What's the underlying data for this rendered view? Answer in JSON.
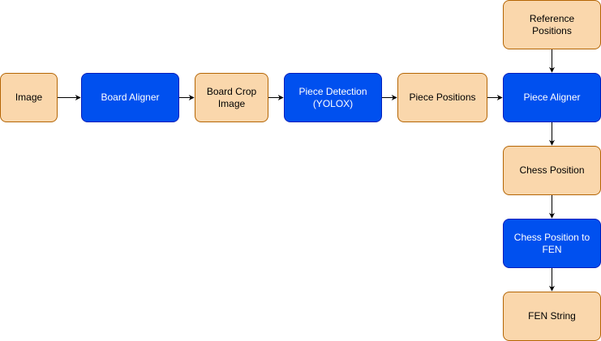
{
  "colors": {
    "data_fill": "#fad7ac",
    "data_stroke": "#b46504",
    "process_fill": "#0050ef",
    "process_stroke": "#001dbc",
    "process_text": "#ffffff",
    "edge": "#000000"
  },
  "nodes": {
    "image": {
      "label": "Image",
      "kind": "data"
    },
    "board_aligner": {
      "label": "Board Aligner",
      "kind": "process"
    },
    "board_crop_image": {
      "label": "Board Crop\nImage",
      "kind": "data"
    },
    "piece_detection": {
      "label": "Piece Detection\n(YOLOX)",
      "kind": "process"
    },
    "piece_positions": {
      "label": "Piece Positions",
      "kind": "data"
    },
    "reference_positions": {
      "label": "Reference Positions",
      "kind": "data"
    },
    "piece_aligner": {
      "label": "Piece Aligner",
      "kind": "process"
    },
    "chess_position": {
      "label": "Chess Position",
      "kind": "data"
    },
    "chess_position_to_fen": {
      "label": "Chess Position to\nFEN",
      "kind": "process"
    },
    "fen_string": {
      "label": "FEN String",
      "kind": "data"
    }
  },
  "edges": [
    {
      "from": "image",
      "to": "board_aligner"
    },
    {
      "from": "board_aligner",
      "to": "board_crop_image"
    },
    {
      "from": "board_crop_image",
      "to": "piece_detection"
    },
    {
      "from": "piece_detection",
      "to": "piece_positions"
    },
    {
      "from": "piece_positions",
      "to": "piece_aligner"
    },
    {
      "from": "reference_positions",
      "to": "piece_aligner"
    },
    {
      "from": "piece_aligner",
      "to": "chess_position"
    },
    {
      "from": "chess_position",
      "to": "chess_position_to_fen"
    },
    {
      "from": "chess_position_to_fen",
      "to": "fen_string"
    }
  ]
}
